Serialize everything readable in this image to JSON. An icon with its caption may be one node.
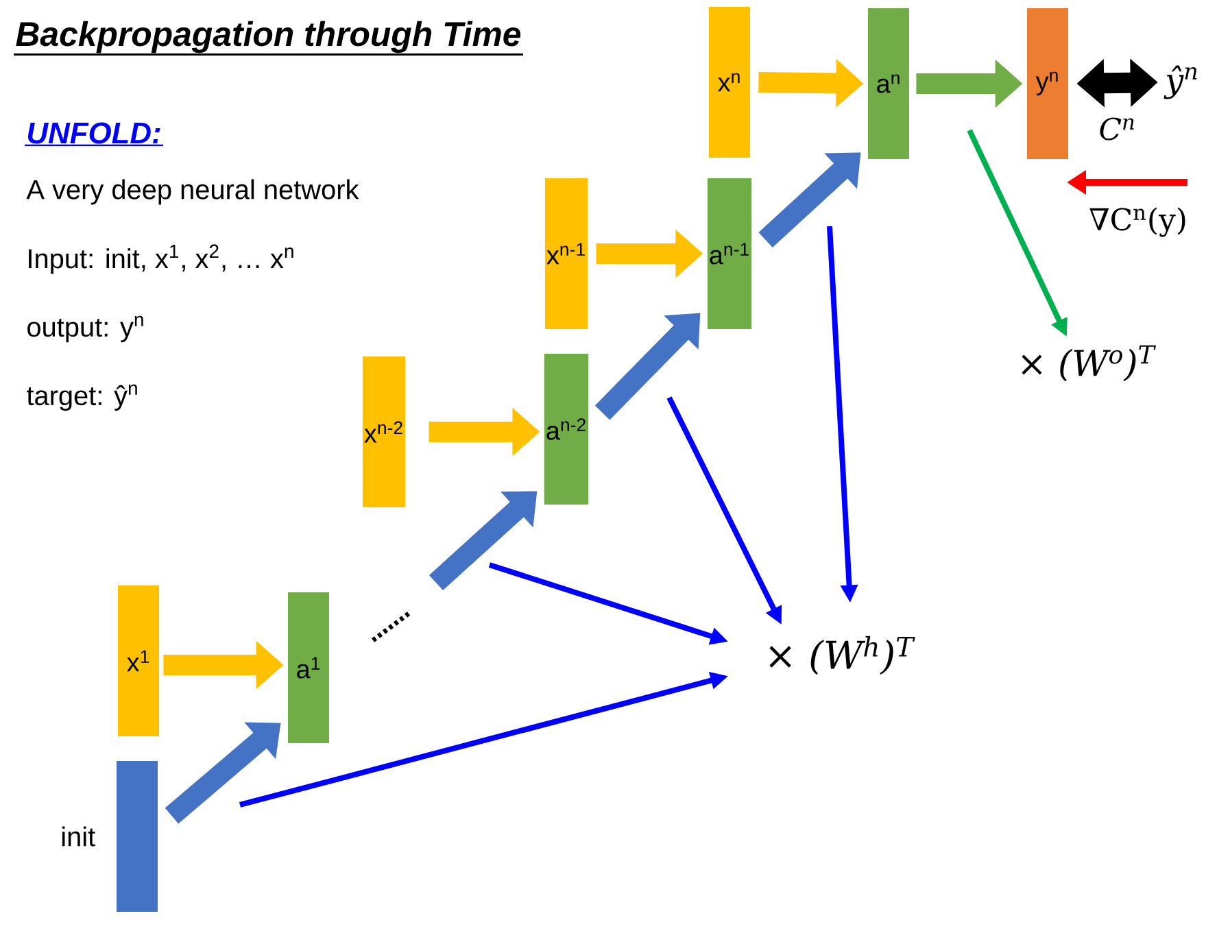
{
  "diagram": {
    "title": "Backpropagation through Time",
    "nodes": [
      {
        "text": [],
        "shape": "bar",
        "beside": [
          "init"
        ]
      },
      {
        "text": [
          "x$^{1}$"
        ]
      },
      {
        "text": [
          "a$^{1}$"
        ]
      },
      {
        "text": [
          "x$^{n-2}$"
        ]
      },
      {
        "text": [
          "a$^{n-2}$"
        ]
      },
      {
        "text": [
          "x$^{n-1}$"
        ]
      },
      {
        "text": [
          "a$^{n-1}$"
        ]
      },
      {
        "text": [
          "x$^{n}$"
        ]
      },
      {
        "text": [
          "a$^{n}$"
        ]
      },
      {
        "text": [
          "y$^{n}$"
        ]
      },
      {
        "text": [
          "ŷ$^{n}$"
        ]
      },
      {
        "text": [
          "× (W$^{o}$)$^{T}$"
        ]
      },
      {
        "text": [
          "× (W$^{h}$)$^{T}$"
        ]
      }
    ],
    "edges": [
      {
        "from": 1,
        "to": 2,
        "arrow": "to",
        "color": "#ffc000"
      },
      {
        "from": 0,
        "to": 2,
        "arrow": "to",
        "color": "#4472c4"
      },
      {
        "from": 3,
        "to": 4,
        "arrow": "to",
        "color": "#ffc000"
      },
      {
        "from": null,
        "to": 4,
        "arrow": "to",
        "color": "#4472c4"
      },
      {
        "from": 5,
        "to": 6,
        "arrow": "to",
        "color": "#ffc000"
      },
      {
        "from": 4,
        "to": 6,
        "arrow": "to",
        "color": "#4472c4"
      },
      {
        "from": 7,
        "to": 8,
        "arrow": "to",
        "color": "#ffc000"
      },
      {
        "from": 6,
        "to": 8,
        "arrow": "to",
        "color": "#4472c4"
      },
      {
        "from": 8,
        "to": 9,
        "arrow": "to",
        "color": "#70ad47"
      },
      {
        "from": 9,
        "to": 10,
        "arrow": "both",
        "color": "#000000",
        "label": "C$^{n}$"
      },
      {
        "from": null,
        "to": 11,
        "arrow": "to",
        "color": "#00b050"
      },
      {
        "from": null,
        "to": 12,
        "arrow": "to",
        "color": "#0000ff"
      },
      {
        "from": null,
        "to": 12,
        "arrow": "to",
        "color": "#0000ff"
      },
      {
        "from": null,
        "to": 12,
        "arrow": "to",
        "color": "#0000ff"
      },
      {
        "from": null,
        "to": 12,
        "arrow": "to",
        "color": "#0000ff"
      }
    ],
    "labels": [
      "UNFOLD:",
      "A very deep neural network",
      "Input: init, x$^{1}$, x$^{2}$, … x$^{n}$",
      "output: y$^{n}$",
      "target: ŷ$^{n}$",
      "∇C$^{n}$(y)"
    ]
  }
}
